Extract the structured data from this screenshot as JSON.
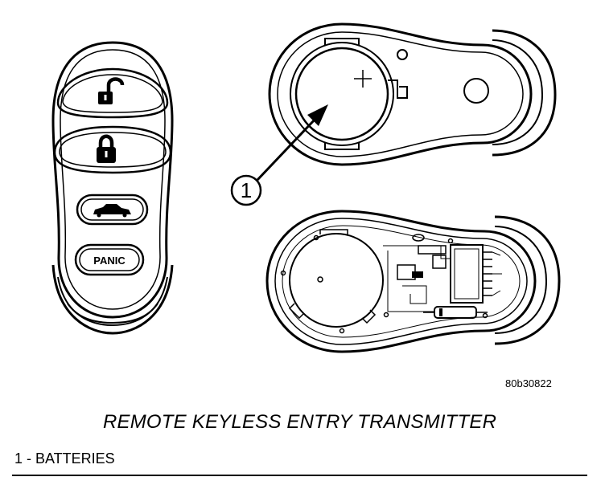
{
  "figure": {
    "callout_number": "1",
    "panic_label": "PANIC",
    "reference_code": "80b30822",
    "title": "REMOTE KEYLESS ENTRY TRANSMITTER",
    "legend": "1 - BATTERIES",
    "colors": {
      "line": "#000000",
      "background": "#ffffff"
    },
    "icons": [
      "unlock-icon",
      "lock-icon",
      "trunk-icon"
    ]
  }
}
